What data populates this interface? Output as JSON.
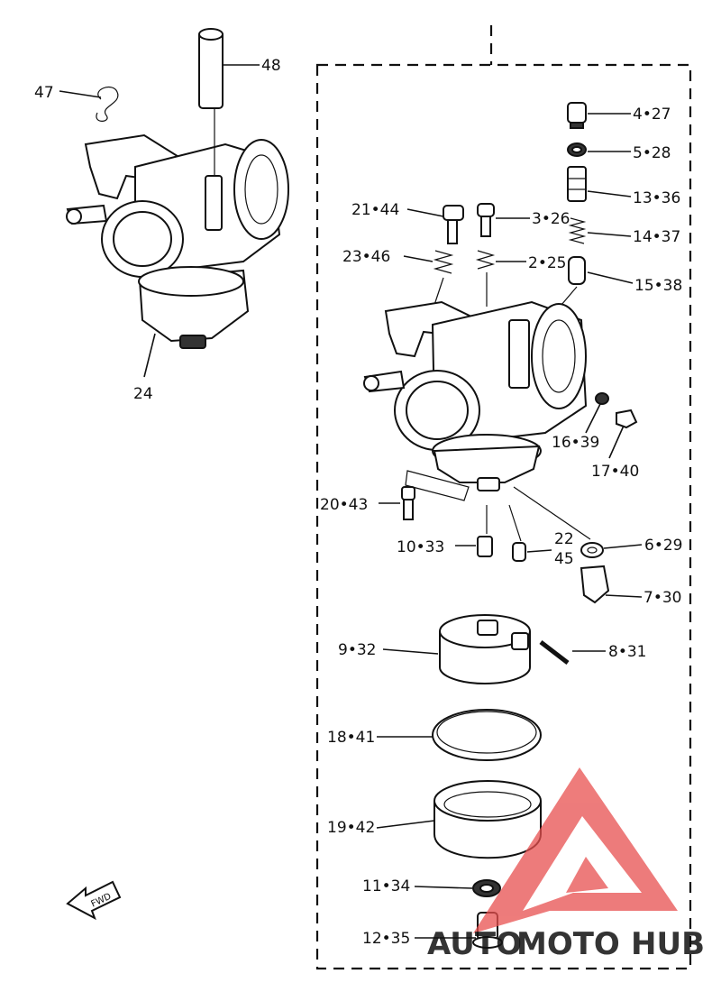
{
  "labels": {
    "p48": "48",
    "p47": "47",
    "p24": "24",
    "p4_27": "4•27",
    "p5_28": "5•28",
    "p13_36": "13•36",
    "p14_37": "14•37",
    "p15_38": "15•38",
    "p21_44": "21•44",
    "p3_26": "3•26",
    "p23_46": "23•46",
    "p2_25": "2•25",
    "p16_39": "16•39",
    "p17_40": "17•40",
    "p20_43": "20•43",
    "p10_33": "10•33",
    "p22": "22",
    "p45": "45",
    "p6_29": "6•29",
    "p7_30": "7•30",
    "p9_32": "9•32",
    "p8_31": "8•31",
    "p18_41": "18•41",
    "p19_42": "19•42",
    "p11_34": "11•34",
    "p12_35": "12•35",
    "fwd": "FWD"
  },
  "watermark": {
    "part1": "AUTO",
    "part2": "MOTO",
    "part3": "HUB",
    "color_orange": "#f5b26b",
    "color_red": "#e8504f",
    "color_gray": "#9a9a9a"
  }
}
